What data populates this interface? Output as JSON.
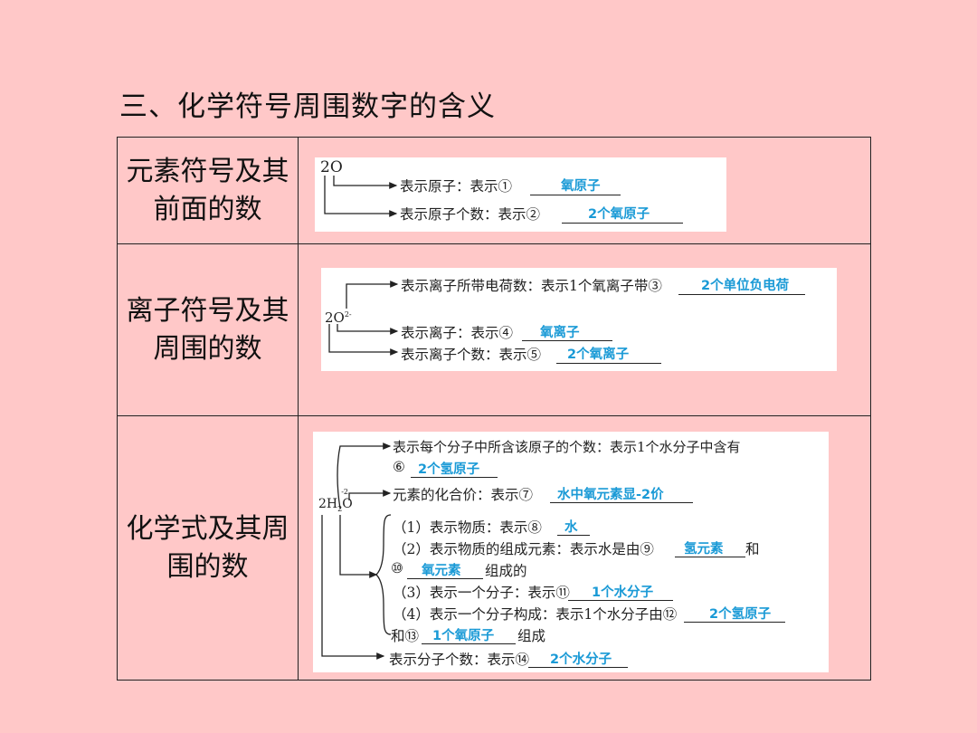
{
  "heading": "三、化学符号周围数字的含义",
  "rows": [
    {
      "label_lines": [
        "元素符号及其",
        "前面的数"
      ],
      "formula": "2O",
      "items": [
        {
          "text": "表示原子：表示①",
          "answer": "氧原子"
        },
        {
          "text": "表示原子个数：表示②",
          "answer": "2个氧原子"
        }
      ]
    },
    {
      "label_lines": [
        "离子符号及其",
        "周围的数"
      ],
      "formula": "2O",
      "formula_sup": "2-",
      "items": [
        {
          "text": "表示离子所带电荷数：表示1个氧离子带③",
          "answer": "2个单位负电荷"
        },
        {
          "text": "表示离子：表示④",
          "answer": "氧离子"
        },
        {
          "text": "表示离子个数：表示⑤",
          "answer": "2个氧离子"
        }
      ]
    },
    {
      "label_lines": [
        "化学式及其周",
        "围的数"
      ],
      "formula_main": "2H",
      "formula_sub": "2",
      "formula_o": "O",
      "formula_sup": "-2",
      "items": [
        {
          "text": "表示每个分子中所含该原子的个数：表示1个水分子中含有"
        },
        {
          "text": "⑥",
          "answer": "2个氢原子"
        },
        {
          "text": "元素的化合价：表示⑦",
          "answer": "水中氧元素显-2价"
        },
        {
          "text": "（1）表示物质：表示⑧",
          "answer": "水"
        },
        {
          "text": "（2）表示物质的组成元素：表示水是由⑨",
          "answer": "氢元素",
          "after": "和"
        },
        {
          "text": "⑩",
          "answer": "氧元素",
          "after": "组成的"
        },
        {
          "text": "（3）表示一个分子：表示⑪",
          "answer": "1个水分子"
        },
        {
          "text": "（4）表示一个分子构成：表示1个水分子由⑫",
          "answer": "2个氢原子"
        },
        {
          "text": "和⑬",
          "answer": "1个氧原子",
          "after": "组成"
        },
        {
          "text": "表示分子个数：表示⑭",
          "answer": "2个水分子"
        }
      ]
    }
  ]
}
